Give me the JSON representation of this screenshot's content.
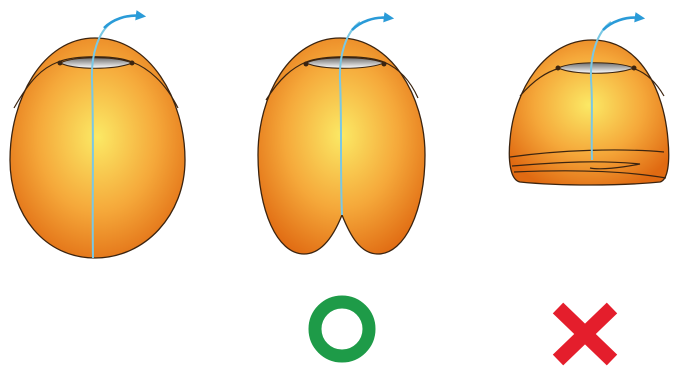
{
  "colors": {
    "body_light": "#fbe965",
    "body_mid": "#f5a83a",
    "body_dark": "#e06a12",
    "outline": "#3b2410",
    "seam": "#7ac8e4",
    "arrow": "#2a9bd8",
    "opening_light": "#ffffff",
    "opening_dark": "#6f6f6f",
    "check": "#1e9b48",
    "cross": "#e41e2c"
  },
  "figures": [
    {
      "shape": "oval"
    },
    {
      "shape": "heart"
    },
    {
      "shape": "flattened-with-folds"
    }
  ],
  "marks": [
    {
      "icon": "green-circle-correct-icon",
      "under_figure": 2
    },
    {
      "icon": "red-cross-wrong-icon",
      "under_figure": 3
    }
  ]
}
